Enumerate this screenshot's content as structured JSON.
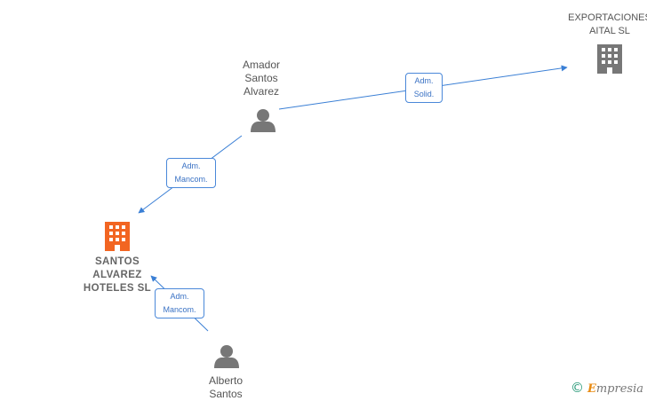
{
  "nodes": {
    "amador": {
      "label": "Amador\nSantos\nAlvarez",
      "type": "person",
      "icon": "person-icon"
    },
    "alberto": {
      "label": "Alberto\nSantos",
      "type": "person",
      "icon": "person-icon"
    },
    "santos_alvarez": {
      "label": "SANTOS\nALVAREZ\nHOTELES SL",
      "type": "company",
      "icon": "building-icon",
      "color": "#f26522"
    },
    "exportaciones": {
      "label": "EXPORTACIONES\nAITAL SL",
      "type": "company",
      "icon": "building-icon",
      "color": "#777777"
    }
  },
  "edges": {
    "amador_exportaciones": {
      "label": "Adm.\nSolid."
    },
    "amador_santos": {
      "label": "Adm.\nMancom."
    },
    "alberto_santos": {
      "label": "Adm.\nMancom."
    }
  },
  "colors": {
    "edge": "#3a7fd5",
    "person": "#777777"
  },
  "brand": {
    "copyright": "©",
    "name_initial": "E",
    "name_rest": "mpresia"
  }
}
